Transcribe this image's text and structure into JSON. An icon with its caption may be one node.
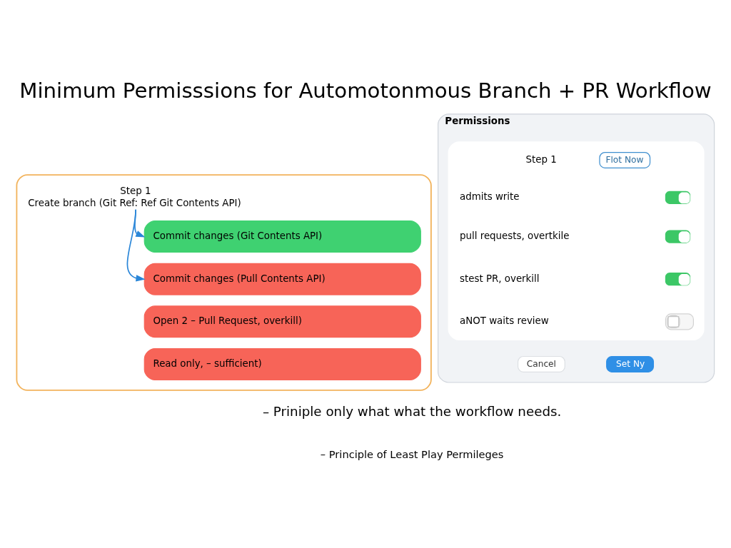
{
  "diagram": {
    "title": "Minimum Permisssions for Automotonmous Branch + PR Workflow",
    "nodes": [
      {
        "text": [],
        "shape": "box"
      },
      {
        "text": [
          "Step 1",
          "Create branch (Git Ref: Ref Git Contents API)"
        ],
        "in": 0
      },
      {
        "text": [
          "Commit changes (Git Contents API)"
        ],
        "in": 0
      },
      {
        "text": [
          "Commit changes (Pull Contents API)"
        ],
        "in": 0
      },
      {
        "text": [
          "Open 2 – Pull Request, overkill)"
        ],
        "in": 0
      },
      {
        "text": [
          "Read only, – sufficient)"
        ],
        "in": 0
      },
      {
        "text": [
          "Permissions"
        ]
      },
      {
        "text": [],
        "shape": "box",
        "in": 6
      },
      {
        "text": [
          "Step 1"
        ],
        "in": 7
      },
      {
        "text": [
          "Flot Now"
        ],
        "in": 7
      },
      {
        "text": [
          "admits write"
        ],
        "in": 7
      },
      {
        "text": [],
        "shape": "toggle",
        "in": 7
      },
      {
        "text": [
          "pull requests, overtkile"
        ],
        "in": 7
      },
      {
        "text": [],
        "shape": "toggle",
        "in": 7
      },
      {
        "text": [
          "stest PR, overkill"
        ],
        "in": 7
      },
      {
        "text": [],
        "shape": "toggle",
        "in": 7
      },
      {
        "text": [
          "aNOT waits review"
        ],
        "in": 7
      },
      {
        "text": [],
        "shape": "toggle",
        "in": 7
      },
      {
        "text": [
          "Cancel"
        ],
        "in": 6
      },
      {
        "text": [
          "Set Ny"
        ],
        "in": 6
      }
    ],
    "edges": [
      {
        "from": 1,
        "to": 2,
        "arrow": "to"
      },
      {
        "from": 1,
        "to": 3,
        "arrow": "to"
      }
    ],
    "labels": [
      "– Priniple only what what the workflow needs.",
      "– Principle of Least Play Permileges"
    ]
  }
}
